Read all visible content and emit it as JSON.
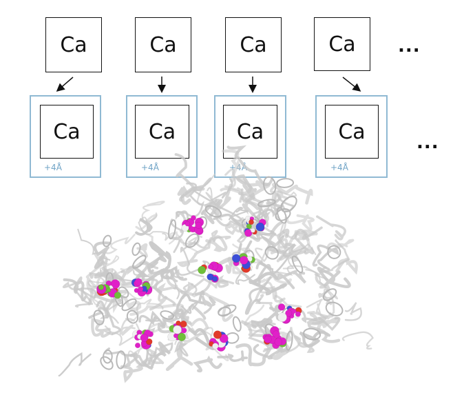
{
  "diagram": {
    "top_labels": [
      "Ca",
      "Ca",
      "Ca",
      "Ca"
    ],
    "bottom_labels": [
      "Ca",
      "Ca",
      "Ca",
      "Ca"
    ],
    "padding_labels": [
      "+4Å",
      "+4Å",
      "+4Å",
      "+4Å"
    ],
    "continuation_top": "...",
    "continuation_bottom": "..."
  },
  "colors": {
    "frame": "#8fb9d3",
    "padding_text": "#6fa3c6",
    "protein_ribbon": "#c9c9c9",
    "site_magenta": "#e020c8",
    "site_red": "#e23a2a",
    "site_green": "#6fbf3a",
    "site_blue": "#3c4ed8",
    "site_white": "#f0f0f0"
  }
}
